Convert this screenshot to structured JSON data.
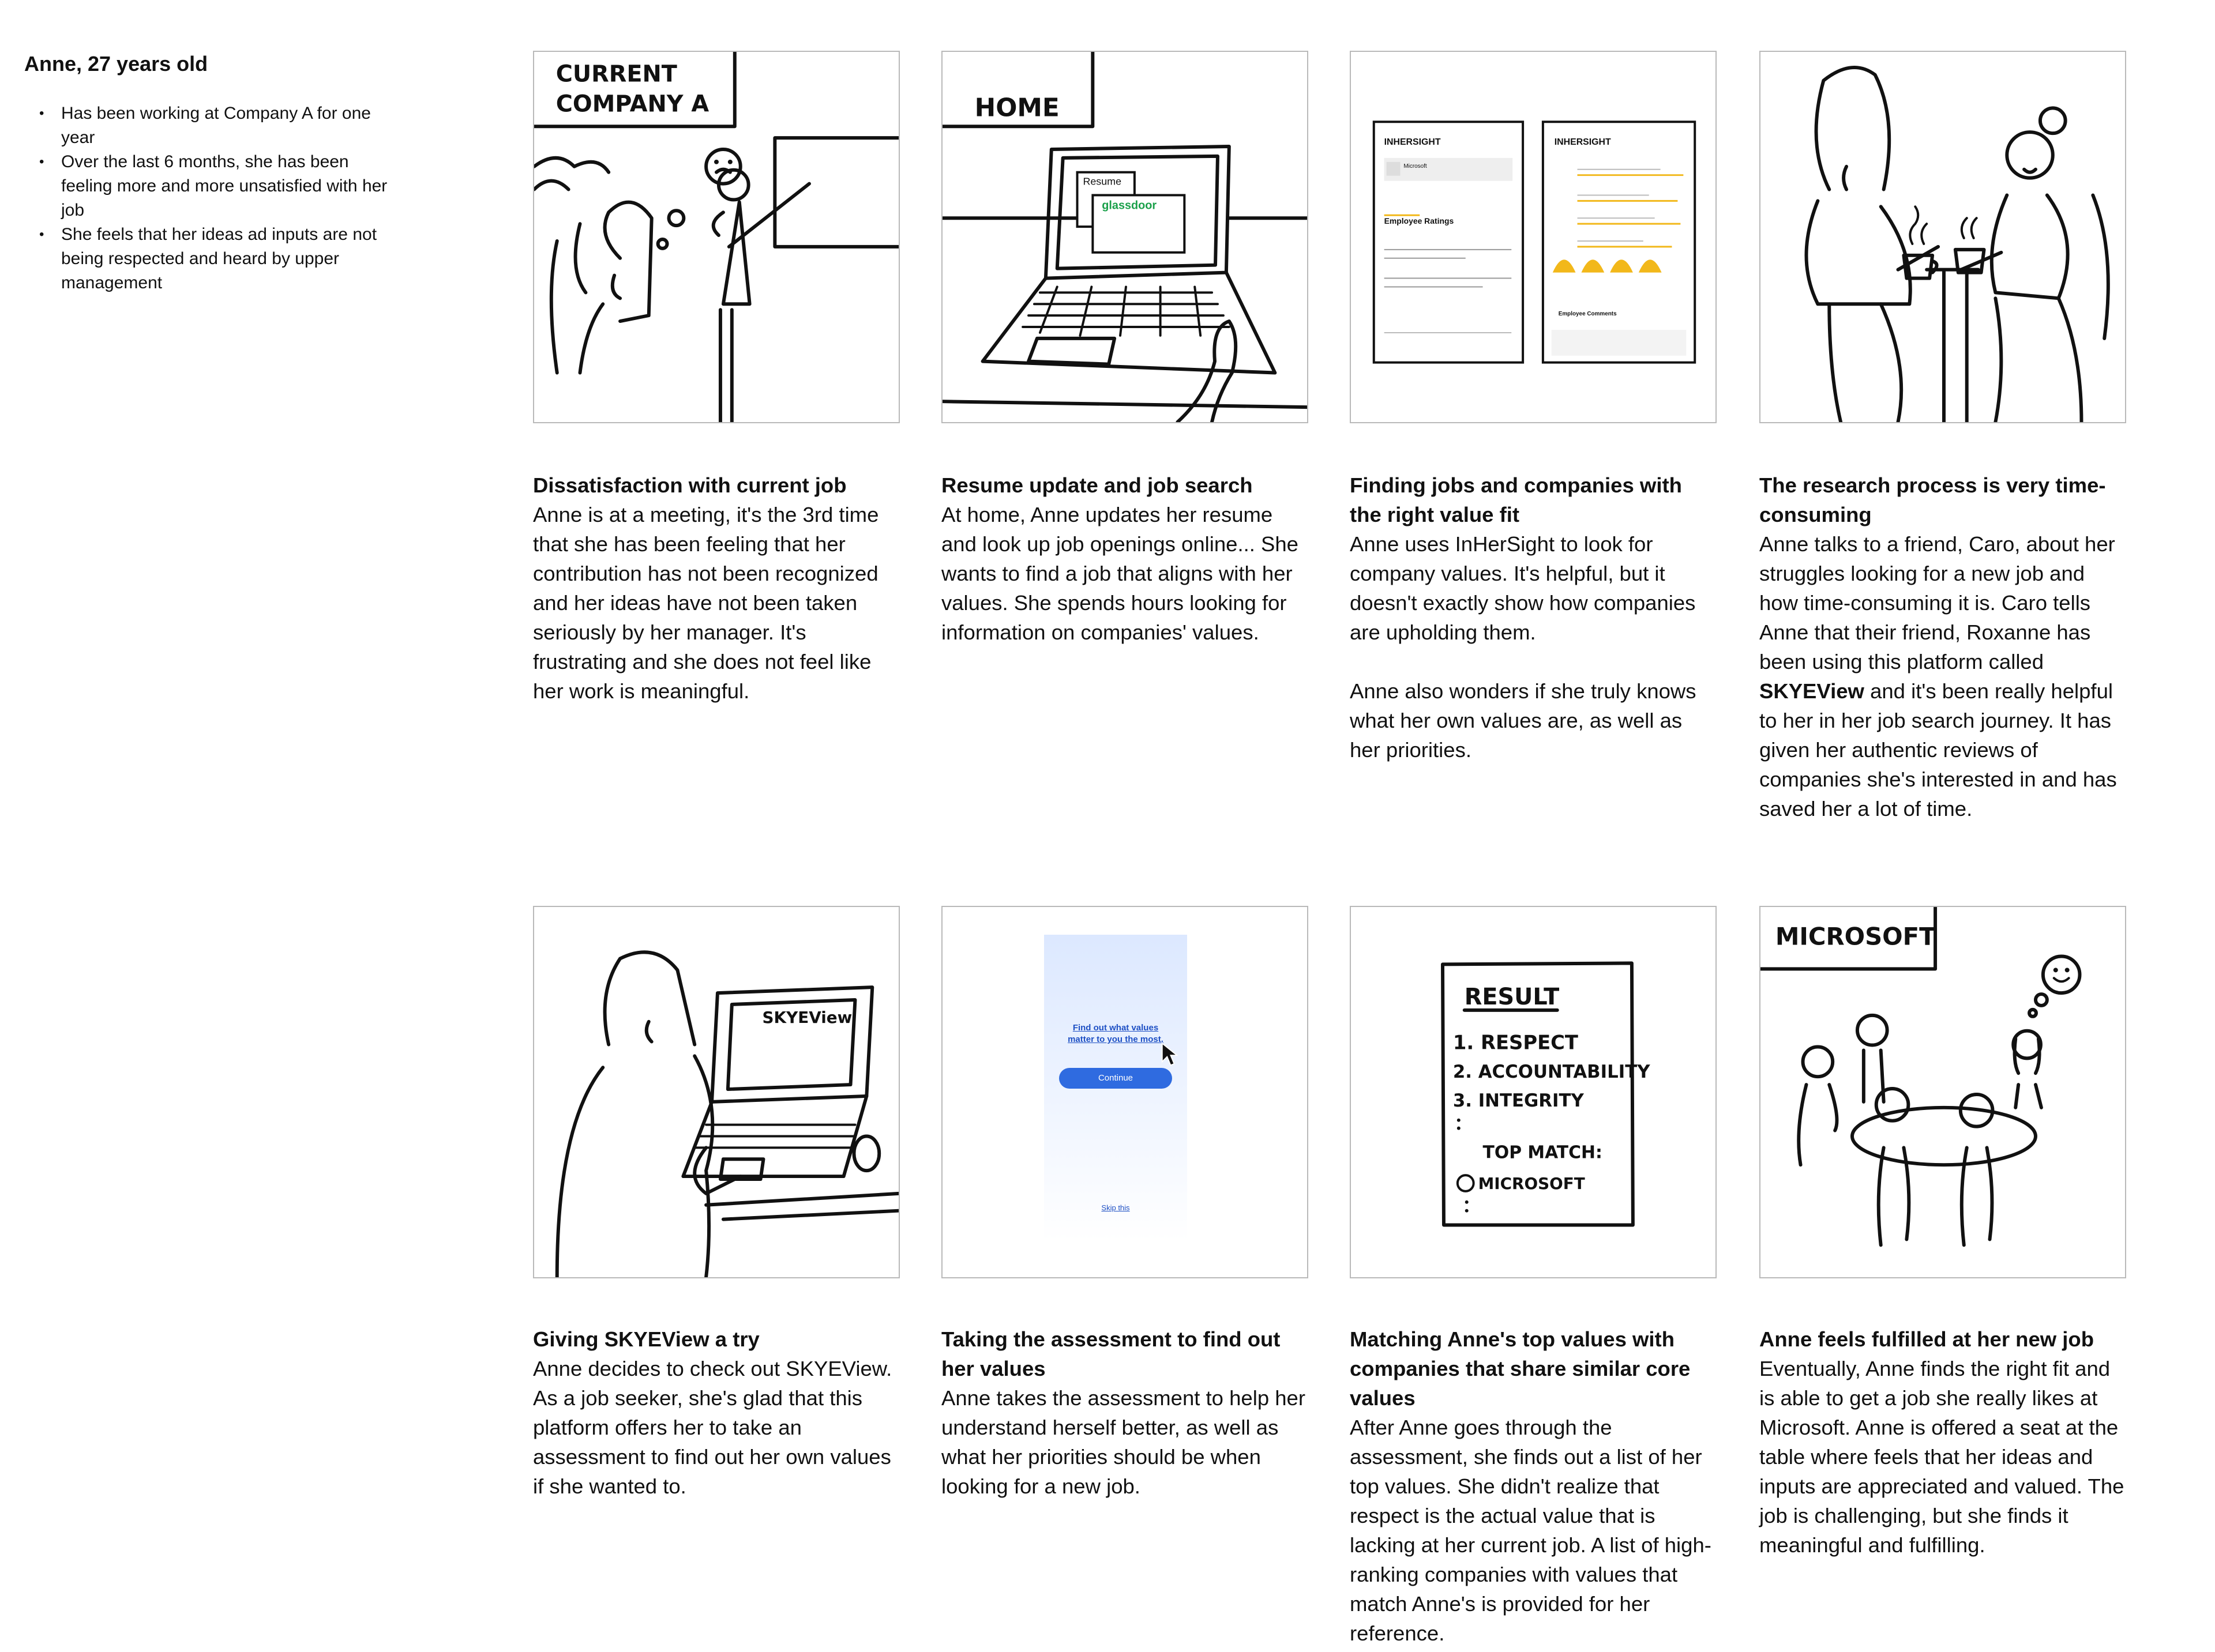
{
  "persona": {
    "title": "Anne, 27 years old",
    "bullets": [
      "Has been working at Company A for one year",
      "Over the last 6 months, she has been feeling more and more unsatisfied with her job",
      "She feels that her ideas ad inputs are not being respected and heard by upper management"
    ]
  },
  "frames": [
    {
      "sketch_text": [
        "CURRENT",
        "COMPANY A"
      ],
      "title": "Dissatisfaction with current job",
      "body": [
        "Anne is at a meeting, it's the 3rd time that she has been feeling that her contribution has not been recognized and her ideas have not been taken seriously by her manager. It's frustrating and she does not feel like her work is meaningful."
      ]
    },
    {
      "sketch_text": [
        "HOME",
        "Resume",
        "glassdoor"
      ],
      "title": "Resume update and job search",
      "body": [
        "At home, Anne updates her resume and look up job openings online... She wants to find a job that aligns with her values. She spends hours looking for information on companies' values."
      ]
    },
    {
      "sketch_text": [
        "INHERSIGHT",
        "INHERSIGHT",
        "Microsoft",
        "Employee Ratings",
        "Employee Comments"
      ],
      "title": "Finding jobs and companies with the right value fit",
      "body": [
        "Anne uses InHerSight to look for company values. It's helpful, but it doesn't exactly show how companies are upholding them.",
        "Anne also wonders if she truly knows what her own values are, as well as her priorities."
      ]
    },
    {
      "sketch_text": [],
      "title": "The research process is very time-consuming",
      "body_pre": "Anne talks to a friend, Caro, about her struggles looking for a new job and how time-consuming it is. Caro tells Anne that their friend, Roxanne has been using this platform called ",
      "body_brand": "SKYEView",
      "body_post": " and it's been really helpful to her in her job search journey. It has given her authentic reviews of companies she's interested in and has saved her a lot of time."
    },
    {
      "sketch_text": [
        "SKYEView"
      ],
      "title": "Giving SKYEView a try",
      "body": [
        "Anne decides to check out SKYEView. As a job seeker, she's glad that this platform offers her to take an assessment to find out her own values if she wanted to."
      ]
    },
    {
      "sketch_text": [],
      "mock": {
        "prompt": "Find out what values matter to you the most.",
        "continue_label": "Continue",
        "skip_label": "Skip this"
      },
      "title": "Taking the assessment to find out her values",
      "body": [
        "Anne takes the assessment to help her understand herself better, as well as what her priorities should be when looking for a new job."
      ]
    },
    {
      "sketch_text": [
        "RESULT",
        "1. RESPECT",
        "2. ACCOUNTABILITY",
        "3. INTEGRITY",
        "TOP MATCH:",
        "MICROSOFT"
      ],
      "title": "Matching Anne's top values with companies that share similar core values",
      "body": [
        "After Anne goes through the assessment, she finds out a list of her top values. She didn't realize that respect is the actual value that is lacking at her current job. A list of high-ranking companies with values that match Anne's is provided for her reference."
      ]
    },
    {
      "sketch_text": [
        "MICROSOFT"
      ],
      "title": "Anne feels fulfilled at her new job",
      "body": [
        "Eventually, Anne finds the right fit and is able to get a job she really likes at Microsoft. Anne is offered a seat at the table where feels that her ideas and inputs are appreciated and valued. The job is challenging, but she finds it meaningful and fulfilling."
      ]
    }
  ],
  "colors": {
    "mock_button": "#2f6be0",
    "mock_link": "#1d4fc4",
    "glassdoor_green": "#1aa04a",
    "inhersight_gold": "#f2b81a"
  }
}
